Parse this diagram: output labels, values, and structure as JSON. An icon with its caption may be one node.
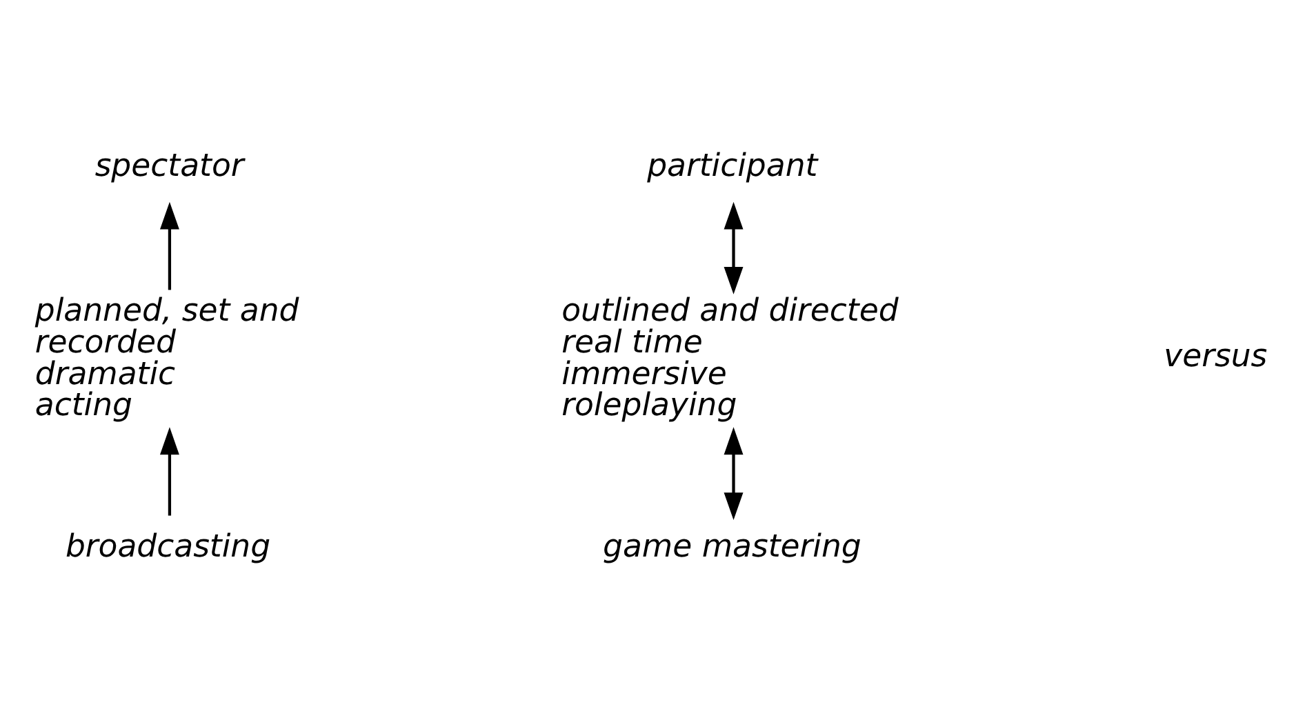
{
  "diagram": {
    "nodes": [
      {
        "text": [
          "spectator"
        ]
      },
      {
        "text": [
          "planned, set and",
          "recorded",
          "dramatic",
          "acting"
        ]
      },
      {
        "text": [
          "broadcasting"
        ]
      },
      {
        "text": [
          "participant"
        ]
      },
      {
        "text": [
          "outlined and directed",
          "real time",
          "immersive",
          "roleplaying"
        ]
      },
      {
        "text": [
          "game mastering"
        ]
      }
    ],
    "edges": [
      {
        "from": 1,
        "to": 0,
        "arrow": "to"
      },
      {
        "from": 2,
        "to": 1,
        "arrow": "to"
      },
      {
        "from": 3,
        "to": 4,
        "arrow": "both"
      },
      {
        "from": 4,
        "to": 5,
        "arrow": "both"
      }
    ],
    "labels": [
      "versus"
    ]
  }
}
